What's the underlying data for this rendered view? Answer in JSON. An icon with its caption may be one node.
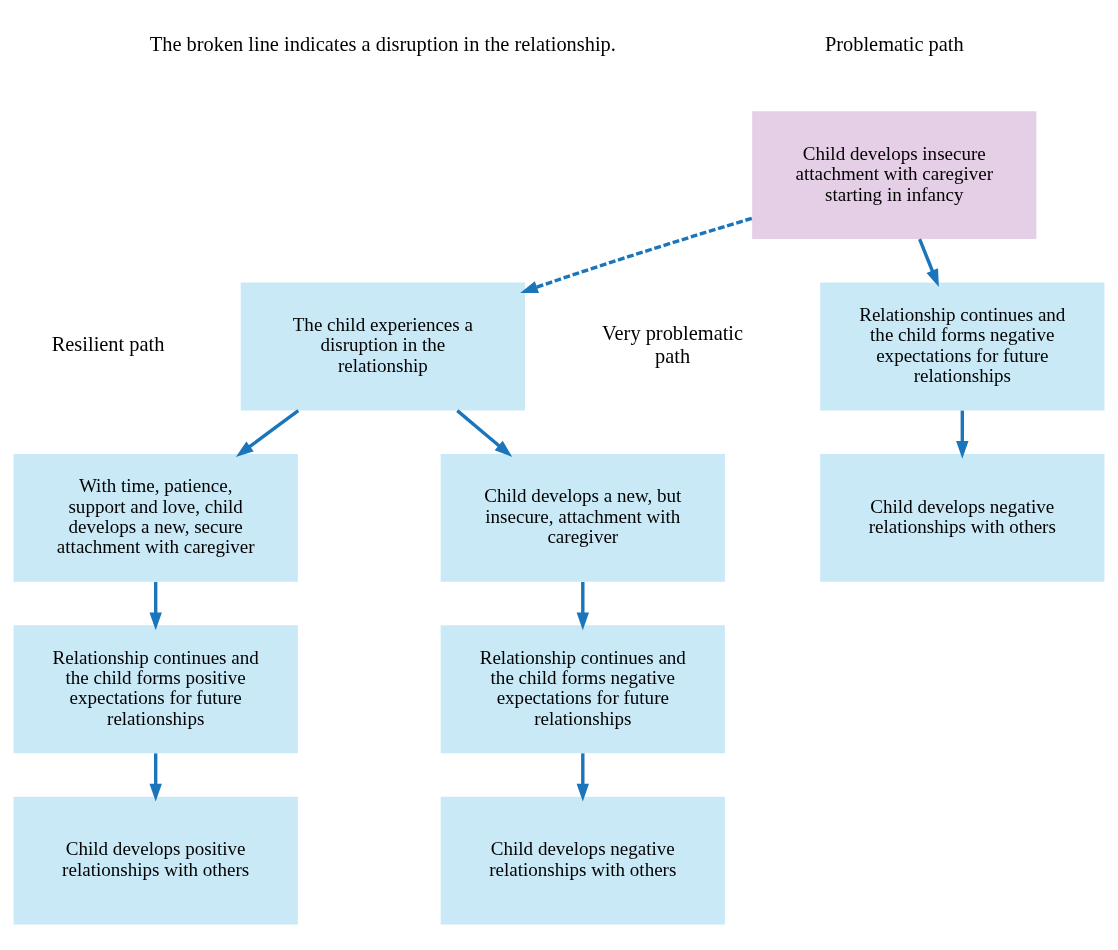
{
  "diagram": {
    "nodes": [
      {
        "text": [
          "Child develops insecure attachment with caregiver starting in infancy"
        ]
      },
      {
        "text": [
          "Relationship continues and the child forms negative expectations for future relationships"
        ]
      },
      {
        "text": [
          "Child develops negative relationships with others"
        ]
      },
      {
        "text": [
          "The child experiences a disruption in the relationship"
        ]
      },
      {
        "text": [
          "With time, patience, support and love, child develops a new, secure attachment with caregiver"
        ]
      },
      {
        "text": [
          "Relationship continues and the child forms positive expectations for future relationships"
        ]
      },
      {
        "text": [
          "Child develops positive relationships with others"
        ]
      },
      {
        "text": [
          "Child develops a new, but insecure, attachment with caregiver"
        ]
      },
      {
        "text": [
          "Relationship continues and the child forms negative expectations for future relationships"
        ]
      },
      {
        "text": [
          "Child develops negative relationships with others"
        ]
      }
    ],
    "edges": [
      {
        "from": 0,
        "to": 1,
        "arrow": "to"
      },
      {
        "from": 1,
        "to": 2,
        "arrow": "to"
      },
      {
        "from": 0,
        "to": 3,
        "arrow": "to",
        "style": "dashed"
      },
      {
        "from": 3,
        "to": 4,
        "arrow": "to"
      },
      {
        "from": 4,
        "to": 5,
        "arrow": "to"
      },
      {
        "from": 5,
        "to": 6,
        "arrow": "to"
      },
      {
        "from": 3,
        "to": 7,
        "arrow": "to"
      },
      {
        "from": 7,
        "to": 8,
        "arrow": "to"
      },
      {
        "from": 8,
        "to": 9,
        "arrow": "to"
      }
    ],
    "labels": [
      "Problematic path",
      "The broken line indicates a disruption in the relationship.",
      "Resilient path",
      "Very problematic path"
    ]
  }
}
